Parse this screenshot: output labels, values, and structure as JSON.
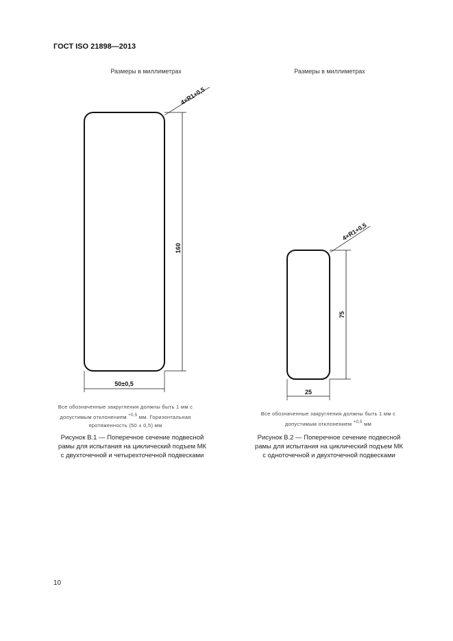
{
  "header": {
    "title": "ГОСТ ISO 21898—2013"
  },
  "figure1": {
    "units": "Размеры в миллиметрах",
    "radius_label": "4×R1+0,5",
    "height_dim": "160",
    "width_dim": "50±0,5",
    "note_line1": "Все обозначенные закругления должны быть 1 мм с",
    "note_line2a": "допустимым отклонением",
    "note_tol": "+0,5",
    "note_line2b": "мм. Горизонтальная",
    "note_line3": "протяженность (50 ± 0,5) мм",
    "caption_line1": "Рисунок В.1 — Поперечное сечение подвесной",
    "caption_line2": "рамы для испытания на циклический подъем МК",
    "caption_line3": "с двухточечной и четырехточечной подвесками"
  },
  "figure2": {
    "units": "Размеры в миллиметрах",
    "radius_label": "4×R1+0,5",
    "height_dim": "75",
    "width_dim": "25",
    "note_line1": "Все обозначенные закругления должны быть 1 мм с",
    "note_line2a": "допустимым отклонением",
    "note_tol": "+0,5",
    "note_line2b": "мм",
    "caption_line1": "Рисунок В.2 — Поперечное сечение подвесной",
    "caption_line2": "рамы для испытания на циклический подъем МК",
    "caption_line3": "с одноточечной и двухточечной подвесками"
  },
  "footer": {
    "page_number": "10"
  }
}
